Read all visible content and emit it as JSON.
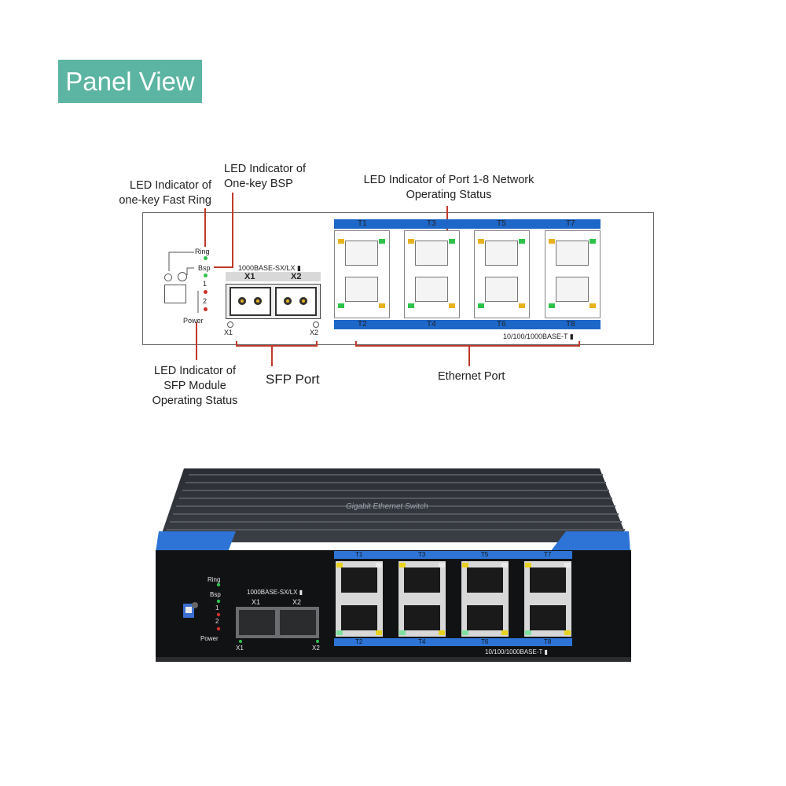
{
  "banner": {
    "title": "Panel View"
  },
  "callouts": {
    "fast_ring": [
      "LED Indicator of",
      "one-key Fast Ring"
    ],
    "bsp": [
      "LED Indicator of",
      "One-key BSP"
    ],
    "port_status": [
      "LED Indicator of Port 1-8 Network",
      "Operating Status"
    ],
    "sfp_led": [
      "LED Indicator of",
      "SFP Module",
      "Operating Status"
    ],
    "sfp_port": "SFP Port",
    "ethernet_port": "Ethernet Port"
  },
  "panel": {
    "led_labels": {
      "ring": "Ring",
      "bsp": "Bsp",
      "one": "1",
      "two": "2",
      "power": "Power"
    },
    "sfp": {
      "model": "1000BASE-SX/LX",
      "ports": [
        "X1",
        "X2"
      ],
      "bottom": [
        "X1",
        "X2"
      ]
    },
    "ethernet": {
      "top": [
        "T1",
        "T3",
        "T5",
        "T7"
      ],
      "bottom": [
        "T2",
        "T4",
        "T6",
        "T8"
      ],
      "speed": "10/100/1000BASE-T"
    }
  },
  "photo": {
    "brand_text": "Gigabit Ethernet Switch",
    "led_labels": {
      "ring": "Ring",
      "bsp": "Bsp",
      "one": "1",
      "two": "2",
      "power": "Power"
    },
    "sfp": {
      "model": "1000BASE-SX/LX",
      "ports": [
        "X1",
        "X2"
      ],
      "bottom": [
        "X1",
        "X2"
      ]
    },
    "ethernet": {
      "top": [
        "T1",
        "T3",
        "T5",
        "T7"
      ],
      "bottom": [
        "T2",
        "T4",
        "T6",
        "T8"
      ],
      "speed": "10/100/1000BASE-T"
    }
  },
  "colors": {
    "banner": "#5bb5a2",
    "port_blue": "#1d67c9",
    "led_green": "#2ec24a",
    "led_red": "#d0302a",
    "led_amber": "#e8b21e",
    "leader_red": "#c0392b"
  }
}
